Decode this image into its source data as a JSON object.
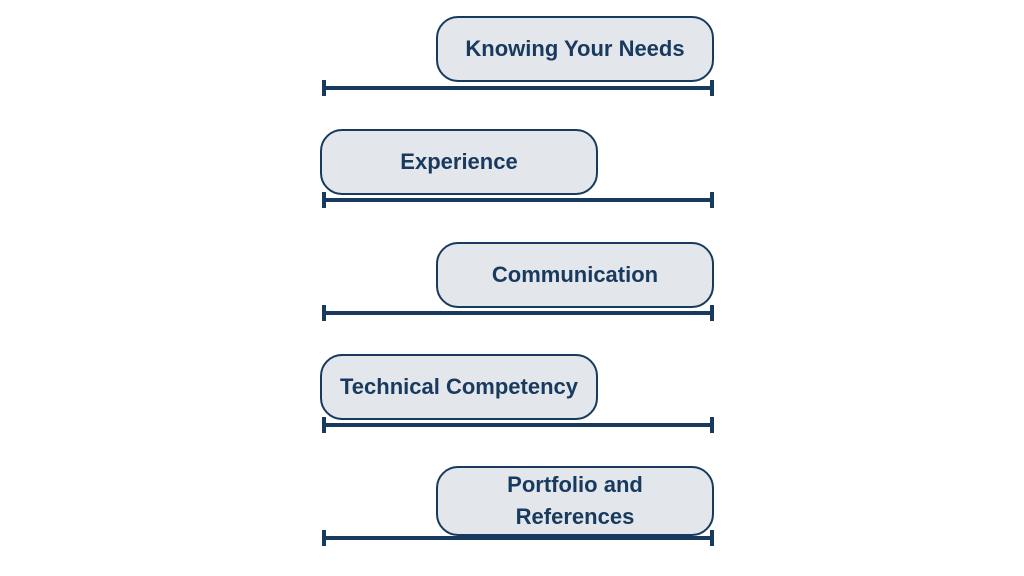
{
  "colors": {
    "ink": "#173a5e",
    "box_fill": "#e3e6ea",
    "background": "#ffffff"
  },
  "items": [
    {
      "label": "Knowing Your Needs",
      "side": "right"
    },
    {
      "label": "Experience",
      "side": "left"
    },
    {
      "label": "Communication",
      "side": "right"
    },
    {
      "label": "Technical Competency",
      "side": "left"
    },
    {
      "label": "Portfolio and References",
      "side": "right"
    }
  ]
}
